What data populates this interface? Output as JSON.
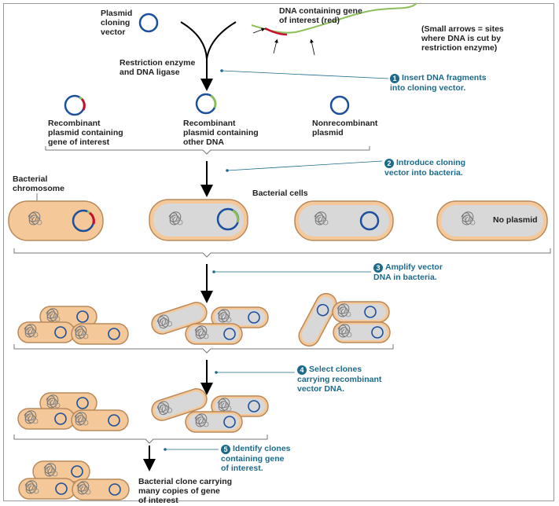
{
  "labels": {
    "plasmid_vector": "Plasmid\ncloning\nvector",
    "dna_gene": "DNA containing gene\nof interest (red)",
    "arrows_note": "(Small arrows = sites\nwhere DNA is cut by\nrestriction enzyme)",
    "enzyme": "Restriction enzyme\nand DNA ligase",
    "recomb_gene": "Recombinant\nplasmid containing\ngene of interest",
    "recomb_other": "Recombinant\nplasmid containing\nother DNA",
    "nonrecomb": "Nonrecombinant\nplasmid",
    "bact_chromosome": "Bacterial\nchromosome",
    "bact_cells": "Bacterial cells",
    "no_plasmid": "No plasmid",
    "final_clone": "Bacterial clone carrying\nmany copies of gene\nof interest"
  },
  "steps": [
    {
      "num": "1",
      "text": "Insert DNA fragments\ninto cloning vector."
    },
    {
      "num": "2",
      "text": "Introduce cloning\nvector into bacteria."
    },
    {
      "num": "3",
      "text": "Amplify vector\nDNA in bacteria."
    },
    {
      "num": "4",
      "text": "Select clones\ncarrying recombinant\nvector DNA."
    },
    {
      "num": "5",
      "text": "Identify clones\ncontaining gene\nof interest."
    }
  ],
  "colors": {
    "plasmid": "#1c4f9c",
    "gene": "#c8102e",
    "other_dna": "#8cbf5a",
    "cell_fill": "#f4c898",
    "cell_gray": "#d8d8d8",
    "cell_border": "#b9895a",
    "step_text": "#1d6a8a"
  }
}
